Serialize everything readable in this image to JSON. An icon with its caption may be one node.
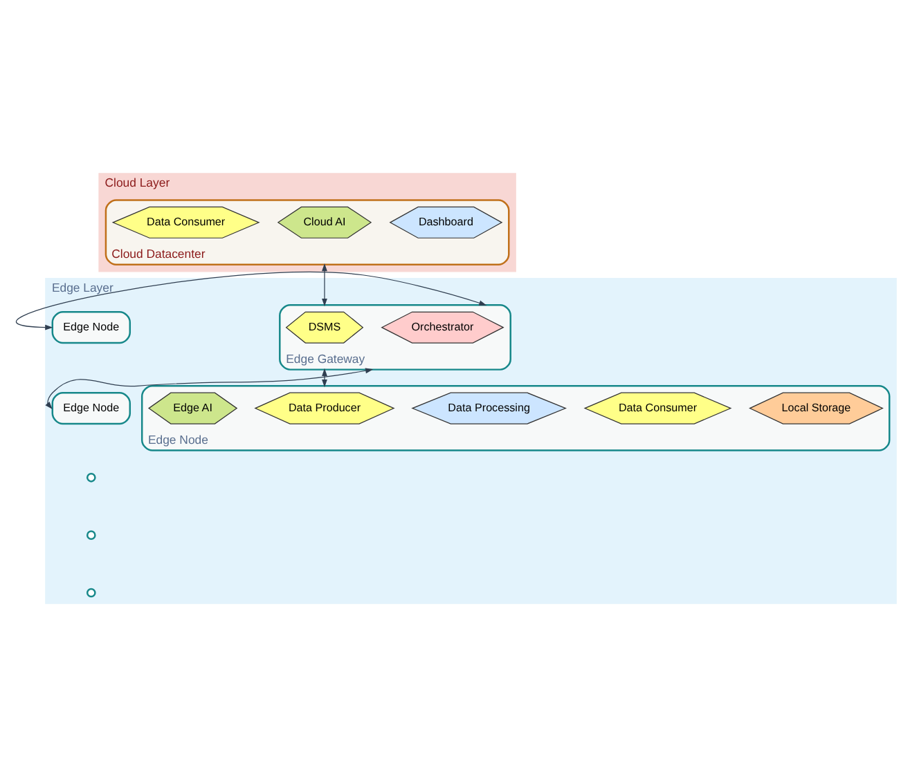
{
  "diagram": {
    "nodes": [
      {
        "text": [
          "Cloud Layer"
        ]
      },
      {
        "text": [
          "Cloud Datacenter"
        ],
        "in": 0
      },
      {
        "text": [
          "Data Consumer"
        ],
        "in": 1
      },
      {
        "text": [
          "Cloud AI"
        ],
        "in": 1
      },
      {
        "text": [
          "Dashboard"
        ],
        "in": 1
      },
      {
        "text": [
          "Edge Layer"
        ]
      },
      {
        "text": [
          "Edge Gateway"
        ],
        "in": 5
      },
      {
        "text": [
          "DSMS"
        ],
        "in": 6
      },
      {
        "text": [
          "Orchestrator"
        ],
        "in": 6
      },
      {
        "text": [
          "Edge Node"
        ],
        "in": 5
      },
      {
        "text": [
          "Edge Node"
        ],
        "in": 5
      },
      {
        "text": [],
        "shape": "circle",
        "in": 5
      },
      {
        "text": [],
        "shape": "circle",
        "in": 5
      },
      {
        "text": [],
        "shape": "circle",
        "in": 5
      },
      {
        "text": [
          "Edge Node"
        ],
        "in": 5
      },
      {
        "text": [
          "Edge AI"
        ],
        "in": 14
      },
      {
        "text": [
          "Data Producer"
        ],
        "in": 14
      },
      {
        "text": [
          "Data Processing"
        ],
        "in": 14
      },
      {
        "text": [
          "Data Consumer"
        ],
        "in": 14
      },
      {
        "text": [
          "Local Storage"
        ],
        "in": 14
      }
    ],
    "edges": [
      {
        "from": 1,
        "to": 6,
        "arrow": "both"
      },
      {
        "from": 6,
        "to": 14,
        "arrow": "both"
      },
      {
        "from": 6,
        "to": 9,
        "arrow": "both"
      },
      {
        "from": 6,
        "to": 10,
        "arrow": "both"
      }
    ]
  }
}
